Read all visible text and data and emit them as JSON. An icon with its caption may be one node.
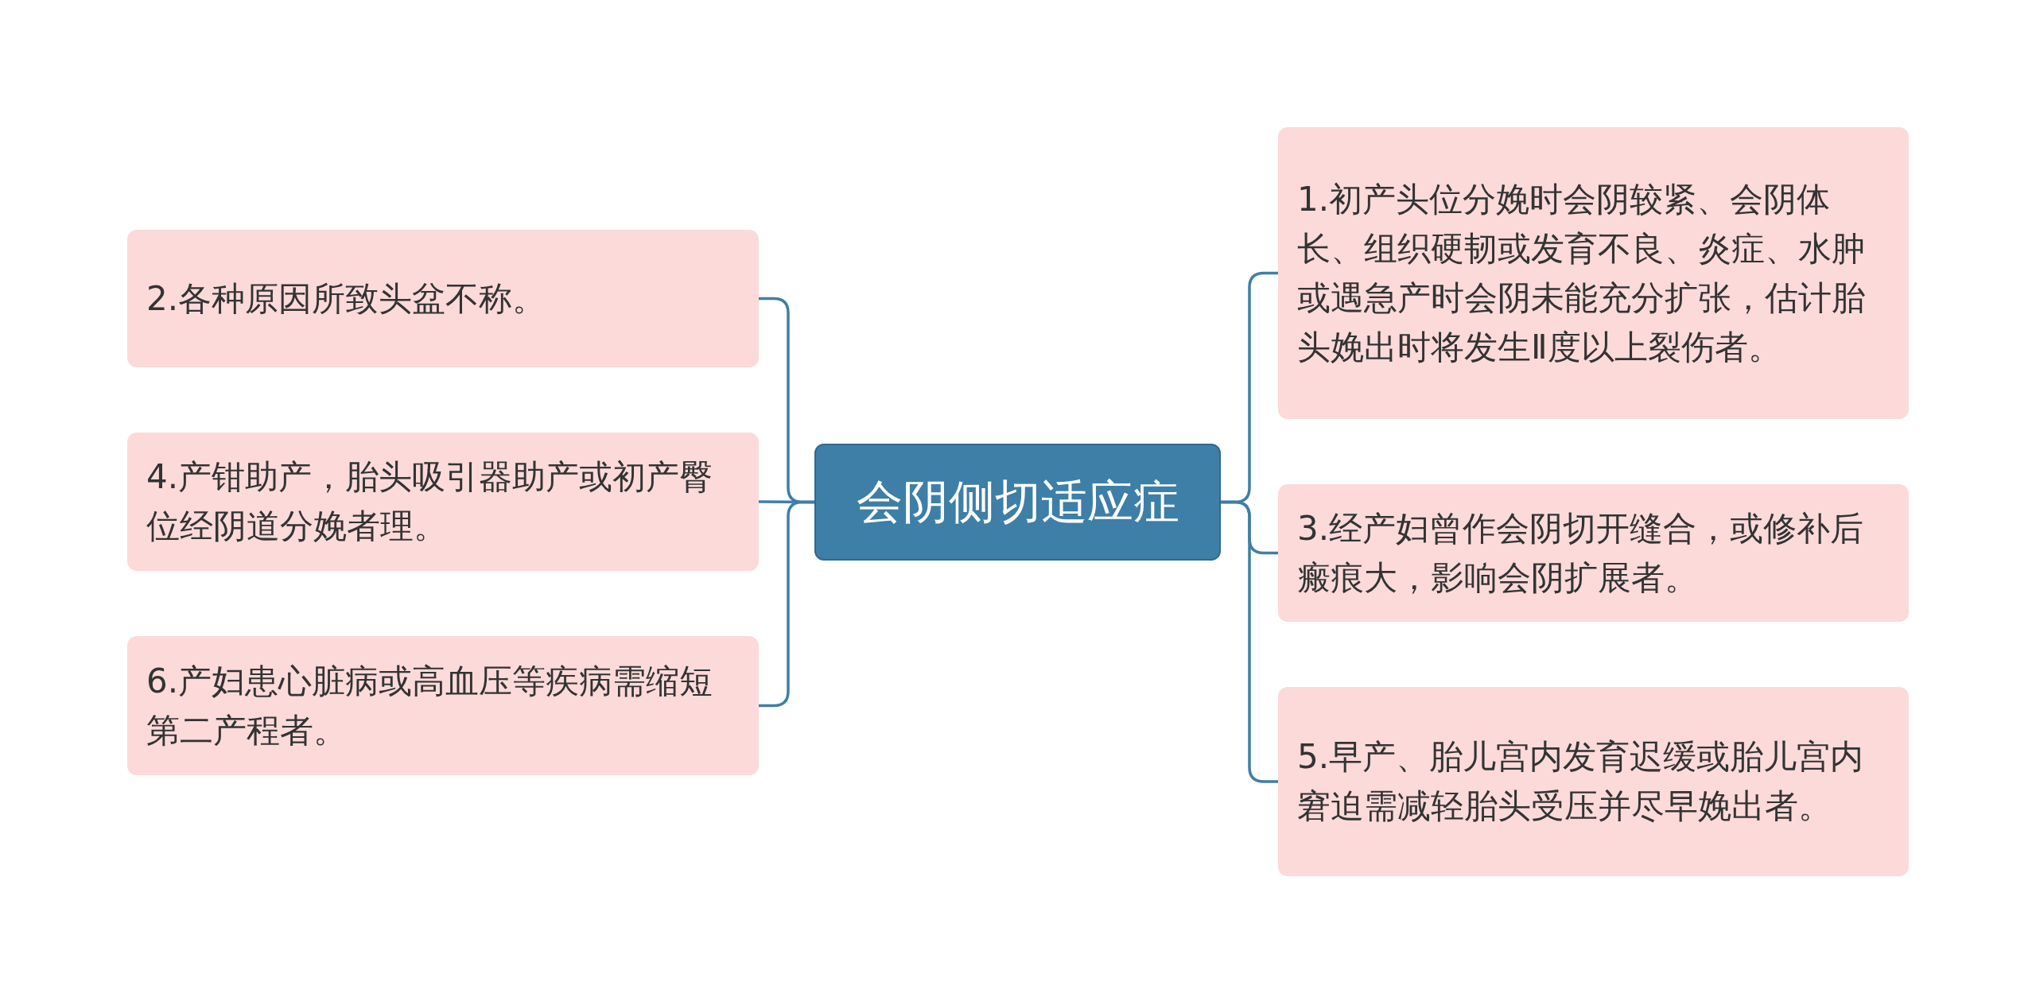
{
  "diagram": {
    "nodes": [
      {
        "text": [
          "会阴侧切适应症"
        ]
      },
      {
        "text": [
          "2.各种原因所致头盆不称。"
        ]
      },
      {
        "text": [
          "4.产钳助产，胎头吸引器助产或初产臀位经阴道分娩者理。"
        ]
      },
      {
        "text": [
          "6.产妇患心脏病或高血压等疾病需缩短第二产程者。"
        ]
      },
      {
        "text": [
          "1.初产头位分娩时会阴较紧、会阴体长、组织硬韧或发育不良、炎症、水肿或遇急产时会阴未能充分扩张，估计胎头娩出时将发生Ⅱ度以上裂伤者。"
        ]
      },
      {
        "text": [
          "3.经产妇曾作会阴切开缝合，或修补后瘢痕大，影响会阴扩展者。"
        ]
      },
      {
        "text": [
          "5.早产、胎儿宫内发育迟缓或胎儿宫内窘迫需减轻胎头受压并尽早娩出者。"
        ]
      }
    ],
    "edges": [
      {
        "from": 0,
        "to": 1,
        "arrow": "none"
      },
      {
        "from": 0,
        "to": 2,
        "arrow": "none"
      },
      {
        "from": 0,
        "to": 3,
        "arrow": "none"
      },
      {
        "from": 0,
        "to": 4,
        "arrow": "none"
      },
      {
        "from": 0,
        "to": 5,
        "arrow": "none"
      },
      {
        "from": 0,
        "to": 6,
        "arrow": "none"
      }
    ]
  }
}
